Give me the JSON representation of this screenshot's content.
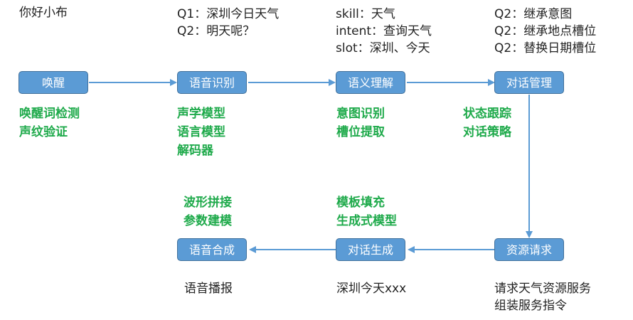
{
  "top": {
    "wake_text": "你好小布",
    "asr_lines": [
      "Q1：深圳今日天气",
      "Q2：明天呢？"
    ],
    "nlu_lines": [
      "skill：天气",
      "intent：查询天气",
      "slot：深圳、今天"
    ],
    "dm_lines": [
      "Q2：继承意图",
      "Q2：继承地点槽位",
      "Q2：替换日期槽位"
    ]
  },
  "nodes": {
    "wake": "唤醒",
    "asr": "语音识别",
    "nlu": "语义理解",
    "dm": "对话管理",
    "resource": "资源请求",
    "nlg": "对话生成",
    "tts": "语音合成"
  },
  "details": {
    "wake": [
      "唤醒词检测",
      "声纹验证"
    ],
    "asr": [
      "声学模型",
      "语言模型",
      "解码器"
    ],
    "nlu": [
      "意图识别",
      "槽位提取"
    ],
    "dm": [
      "状态跟踪",
      "对话策略"
    ],
    "tts": [
      "波形拼接",
      "参数建模"
    ],
    "nlg": [
      "模板填充",
      "生成式模型"
    ]
  },
  "bottom": {
    "tts_text": "语音播报",
    "nlg_text": "深圳今天xxx",
    "resource_lines": [
      "请求天气资源服务",
      "组装服务指令"
    ]
  },
  "colors": {
    "node_fill": "#5b9bd5",
    "node_border": "#41719c",
    "arrow": "#5b9bd5",
    "detail_text": "#1faa4b"
  }
}
